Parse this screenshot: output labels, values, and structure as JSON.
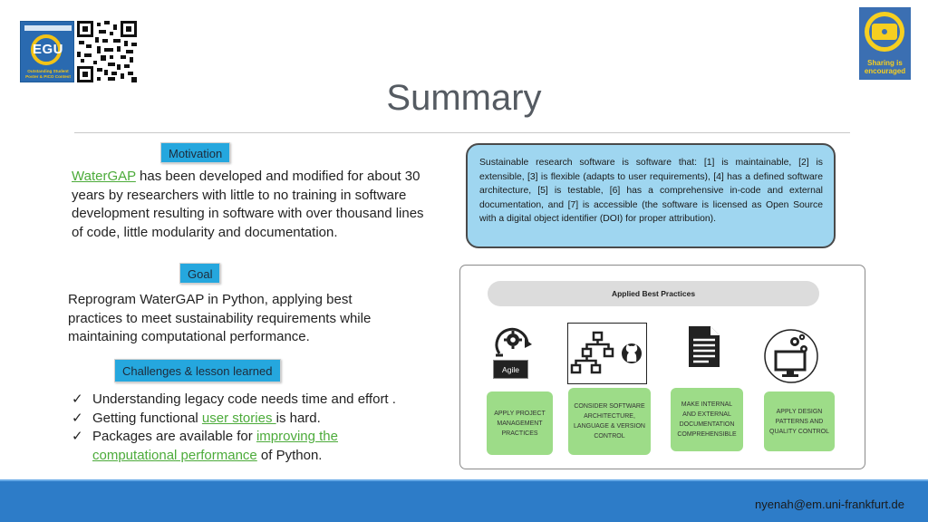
{
  "header": {
    "title": "Summary",
    "egu_logo": {
      "word": "EGU",
      "caption": "Outstanding Student Poster & PICO Contest"
    },
    "sharing_logo": {
      "caption": "Sharing is encouraged"
    }
  },
  "motivation": {
    "label": "Motivation",
    "link_text": "WaterGAP",
    "text": " has been developed and modified for about 30 years by researchers with little to no training in software development resulting in software with over thousand lines of code, little modularity and documentation."
  },
  "definition": {
    "text": "Sustainable research software  is software that: [1] is maintainable, [2] is extensible, [3] is flexible (adapts to user requirements), [4] has a defined software architecture, [5] is testable, [6] has a comprehensive in-code and external documentation, and [7] is accessible (the software is licensed as Open Source with a digital object identifier (DOI) for proper attribution)."
  },
  "goal": {
    "label": "Goal",
    "text": "Reprogram WaterGAP in Python, applying best practices to meet sustainability requirements while maintaining computational performance."
  },
  "challenges": {
    "label": "Challenges & lesson learned",
    "items": [
      {
        "check": "✓",
        "text": "Understanding legacy code needs  time and effort ."
      },
      {
        "check": "✓",
        "pre": "Getting functional ",
        "link": "user stories ",
        "post": "is hard."
      },
      {
        "check": "✓",
        "pre": "Packages are available for ",
        "link": "improving the computational performance",
        "post": " of Python."
      }
    ]
  },
  "best_practices": {
    "title": "Applied Best Practices",
    "agile_label": "Agile",
    "icons": [
      "agile-cycle-icon",
      "architecture-github-icon",
      "document-icon",
      "computer-settings-icon"
    ],
    "cards": [
      "APPLY PROJECT MANAGEMENT PRACTICES",
      "CONSIDER SOFTWARE ARCHITECTURE, LANGUAGE & VERSION CONTROL",
      "MAKE INTERNAL AND EXTERNAL DOCUMENTATION COMPREHENSIBLE",
      "APPLY DESIGN PATTERNS AND QUALITY CONTROL"
    ]
  },
  "footer": {
    "email": "nyenah@em.uni-frankfurt.de"
  },
  "colors": {
    "tag": "#25a7de",
    "card": "#9ddc88",
    "link": "#4cab3a",
    "footer": "#2d7cc8",
    "definition_bg": "#9fd6f0"
  }
}
